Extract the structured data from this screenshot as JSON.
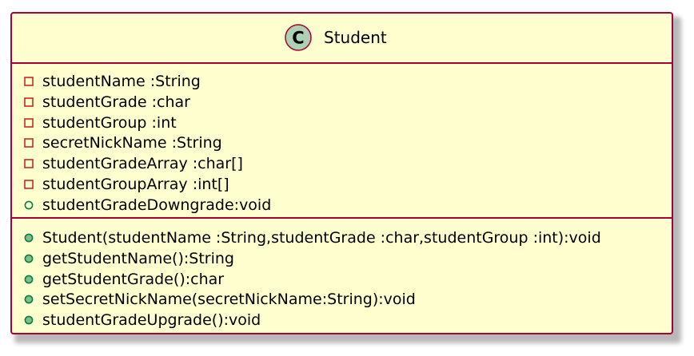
{
  "class": {
    "stereotype_letter": "C",
    "name": "Student"
  },
  "colors": {
    "fill": "#FEFECE",
    "border": "#A80036",
    "stereotype_circle": "#ADD1B2",
    "private_marker": "#C82930",
    "public_marker": "#038048",
    "public_marker_fill": "#84BE84"
  },
  "attributes": [
    {
      "visibility": "private",
      "icon": "private-square-icon",
      "text": "studentName :String"
    },
    {
      "visibility": "private",
      "icon": "private-square-icon",
      "text": "studentGrade :char"
    },
    {
      "visibility": "private",
      "icon": "private-square-icon",
      "text": "studentGroup :int"
    },
    {
      "visibility": "private",
      "icon": "private-square-icon",
      "text": "secretNickName :String"
    },
    {
      "visibility": "private",
      "icon": "private-square-icon",
      "text": "studentGradeArray :char[]"
    },
    {
      "visibility": "private",
      "icon": "private-square-icon",
      "text": "studentGroupArray :int[]"
    },
    {
      "visibility": "public",
      "icon": "public-circle-outline-icon",
      "text": "studentGradeDowngrade:void"
    }
  ],
  "operations": [
    {
      "visibility": "public",
      "icon": "public-circle-icon",
      "text": "Student(studentName :String,studentGrade :char,studentGroup :int):void"
    },
    {
      "visibility": "public",
      "icon": "public-circle-icon",
      "text": "getStudentName():String"
    },
    {
      "visibility": "public",
      "icon": "public-circle-icon",
      "text": "getStudentGrade():char"
    },
    {
      "visibility": "public",
      "icon": "public-circle-icon",
      "text": "setSecretNickName(secretNickName:String):void"
    },
    {
      "visibility": "public",
      "icon": "public-circle-icon",
      "text": "studentGradeUpgrade():void"
    }
  ]
}
